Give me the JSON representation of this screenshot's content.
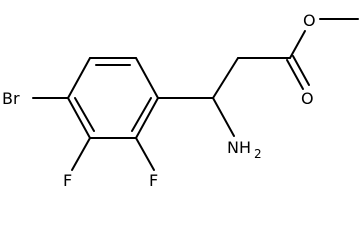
{
  "atoms": {
    "br": "Br",
    "f_left": "F",
    "f_right": "F",
    "n": "NH",
    "n_sub": "2",
    "o_ester": "O",
    "o_carbonyl": "O"
  }
}
